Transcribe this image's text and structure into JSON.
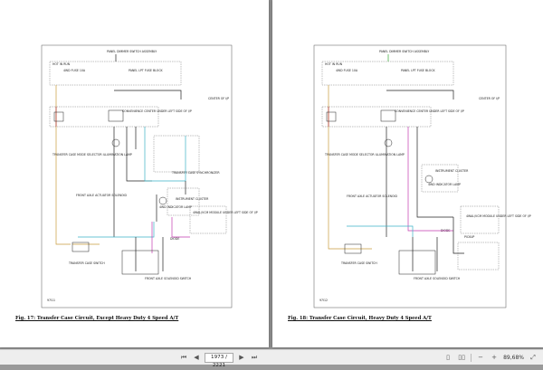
{
  "viewer": {
    "page_current": "1973",
    "page_sep": "/",
    "page_total": "2221",
    "zoom": "89,68%"
  },
  "page_left": {
    "caption": "Fig. 17: Transfer Case Circuit, Except Heavy Duty 4 Speed A/T",
    "labels": {
      "panel": "PANEL DIMMER SWITCH ASSEMBLY",
      "hot": "HOT IN RUN",
      "fuse": "4WD FUSE 10A",
      "fuseblock": "PANEL LPT FUSE BLOCK",
      "center": "CENTER OF I/P",
      "convenience": "CONVENIENCE CENTER UNDER LEFT SIDE OF I/P",
      "tcase": "TRANSFER CASE MODE SELECTOR ILLUMINATION LAMP",
      "synchro": "TRANSFER CASE SYNCHRONIZER",
      "actuator": "FRONT AXLE ACTUATOR SOLENOID",
      "instrument": "INSTRUMENT CLUSTER",
      "indicator": "4WD INDICATOR LAMP",
      "module": "4WAL/VCM MODULE UNDER LEFT SIDE OF I/P",
      "diode": "DIODE",
      "switch": "TRANSFER CASE SWITCH",
      "solenoid": "FRONT AXLE SOLENOID SWITCH",
      "code": "97I11"
    }
  },
  "page_right": {
    "caption": "Fig. 18: Transfer Case Circuit, Heavy Duty 4 Speed A/T",
    "labels": {
      "panel": "PANEL DIMMER SWITCH ASSEMBLY",
      "hot": "HOT IN RUN",
      "fuse": "4WD FUSE 10A",
      "fuseblock": "PANEL LPT FUSE BLOCK",
      "center": "CENTER OF I/P",
      "convenience": "CONVENIENCE CENTER UNDER LEFT SIDE OF I/P",
      "tcase": "TRANSFER CASE MODE SELECTOR ILLUMINATION LAMP",
      "instrument": "INSTRUMENT CLUSTER",
      "indicator": "4WD INDICATOR LAMP",
      "actuator": "FRONT AXLE ACTUATOR SOLENOID",
      "module": "4WAL/VCM MODULE UNDER LEFT SIDE OF I/P",
      "pickup": "PICKUP",
      "diode": "DIODE",
      "switch": "TRANSFER CASE SWITCH",
      "solenoid": "FRONT AXLE SOLENOID SWITCH",
      "code": "97I12"
    }
  }
}
